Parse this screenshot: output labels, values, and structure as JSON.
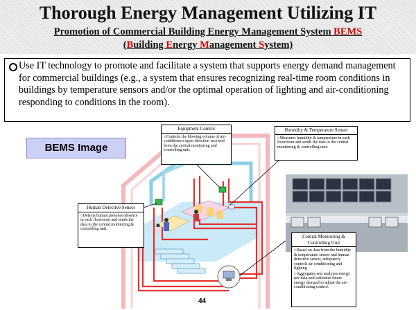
{
  "header": {
    "title": "Thorough Energy Management Utilizing IT",
    "subtitle_line1": "Promotion of Commercial Building Energy Management System",
    "subtitle_acronym": "BEMS",
    "subtitle_line2_parts": [
      {
        "t": "(",
        "red": false
      },
      {
        "t": "B",
        "red": true
      },
      {
        "t": "uilding ",
        "red": false
      },
      {
        "t": "E",
        "red": true
      },
      {
        "t": "nergy ",
        "red": false
      },
      {
        "t": "M",
        "red": true
      },
      {
        "t": "anagement ",
        "red": false
      },
      {
        "t": "S",
        "red": true
      },
      {
        "t": "ystem)",
        "red": false
      }
    ]
  },
  "bullet": {
    "text": "Use IT technology to promote and facilitate a system that supports energy demand management for commercial buildings (e.g., a system that ensures recognizing real-time room conditions in buildings by temperature sensors and/or the optimal operation of lighting and air-conditioning responding to conditions in the room)."
  },
  "bems_label": "BEMS Image",
  "callouts": {
    "equipment": {
      "title": "Equipment Control",
      "body": [
        "Controls the blowing volume of air-conditioners upon direction received from the central monitoring and controlling unit."
      ]
    },
    "humidity": {
      "title": "Humidity & Temperature Sensor",
      "body": [
        "Measures humidity & temperature in each floorroom and sends the data to the central monitoring & controlling unit."
      ]
    },
    "human": {
      "title": "Human Detective Sensor",
      "body": [
        "Detects human presence/absence in each floorroom and sends the data to the central monitoring & controlling unit."
      ]
    },
    "central": {
      "title": "Central Monitoring & Controlling Unit",
      "body": [
        "Based on data from the humidity & temperature sensor and human detective sensor, adequately controls air conditioning and lighting",
        "Aggregates and analyzes energy use data and estimates future energy demand to adjust the air-conditioning control."
      ]
    }
  },
  "page_number": "44"
}
